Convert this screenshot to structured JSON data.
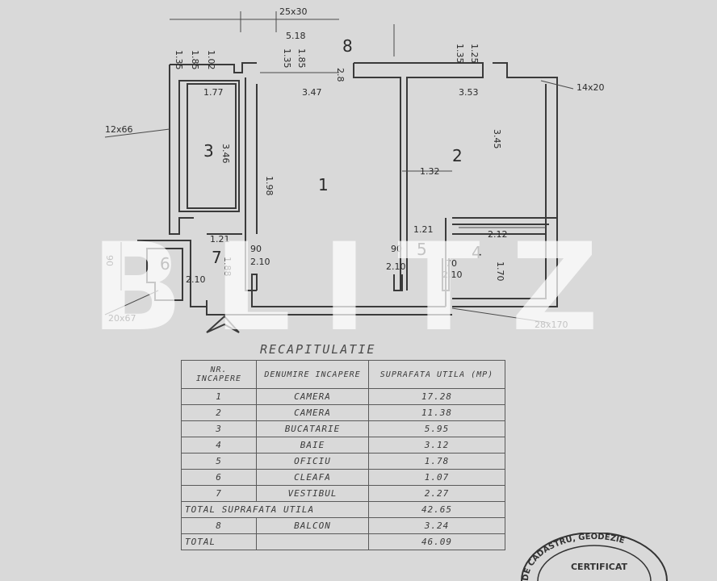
{
  "plan": {
    "top_dims": [
      "25x30",
      "5.18",
      "1.35",
      "1.85",
      "1.02",
      "1.35",
      "1.85",
      "8",
      "1.35",
      "1.25"
    ],
    "inner_dims": [
      "1.77",
      "3.47",
      "2.8",
      "3.53",
      "14x20",
      "12x66",
      "3.46",
      "1.98",
      "1.32",
      "3.45",
      "1.21",
      "2.12",
      "1.21",
      "90",
      "90",
      "70",
      "2.10",
      "2.10",
      "2.10",
      "1.70",
      "1.88",
      "2.10",
      "28x170",
      "20x67",
      "90"
    ],
    "room_labels": [
      "1",
      "2",
      "3",
      "4",
      "5",
      "6",
      "7"
    ]
  },
  "table": {
    "title": "RECAPITULATIE",
    "headers": [
      "NR. INCAPERE",
      "DENUMIRE INCAPERE",
      "SUPRAFATA UTILA (MP)"
    ],
    "rows": [
      {
        "nr": "1",
        "name": "CAMERA",
        "area": "17.28"
      },
      {
        "nr": "2",
        "name": "CAMERA",
        "area": "11.38"
      },
      {
        "nr": "3",
        "name": "BUCATARIE",
        "area": "5.95"
      },
      {
        "nr": "4",
        "name": "BAIE",
        "area": "3.12"
      },
      {
        "nr": "5",
        "name": "OFICIU",
        "area": "1.78"
      },
      {
        "nr": "6",
        "name": "CLEAFA",
        "area": "1.07"
      },
      {
        "nr": "7",
        "name": "VESTIBUL",
        "area": "2.27"
      }
    ],
    "total_utila_label": "TOTAL SUPRAFATA UTILA",
    "total_utila_value": "42.65",
    "balcon": {
      "nr": "8",
      "name": "BALCON",
      "area": "3.24"
    },
    "total_label": "TOTAL",
    "total_value": "46.09"
  },
  "watermark": "BLITZ",
  "stamp": {
    "arc_text": "DE CADASTRU, GEODEZIE",
    "cert": "CERTIFICAT"
  }
}
